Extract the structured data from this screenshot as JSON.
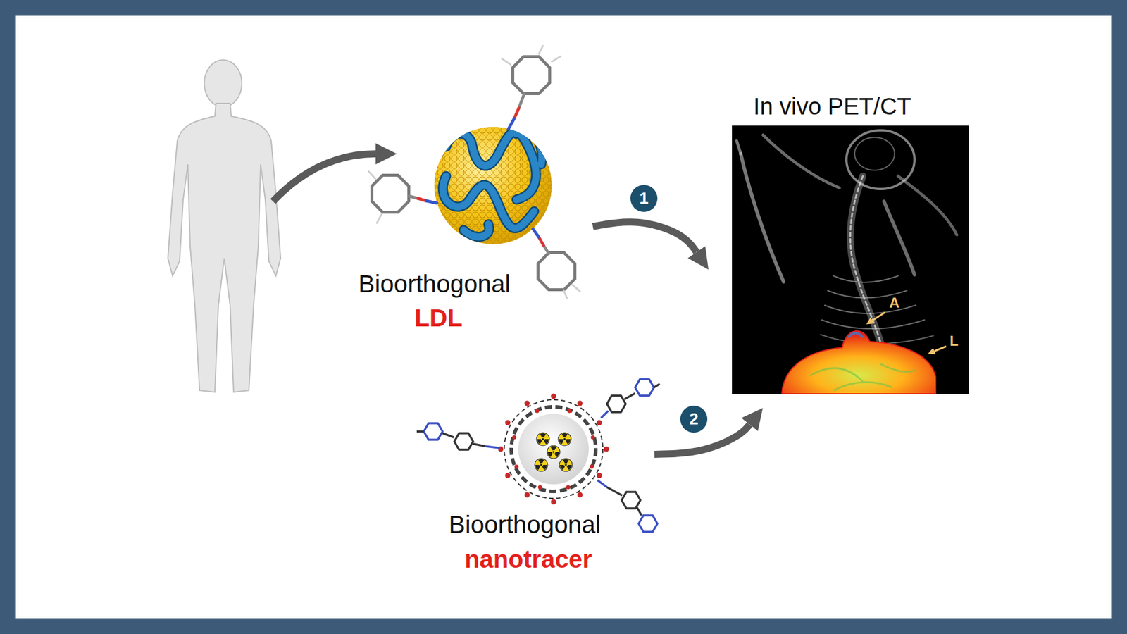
{
  "diagram": {
    "nodes": [
      {
        "text": [
          "Bioorthogonal",
          "LDL"
        ]
      },
      {
        "text": [
          "In vivo PET/CT"
        ]
      },
      {
        "text": [
          "Bioorthogonal",
          "nanotracer"
        ]
      }
    ],
    "edges": [
      {
        "from": 0,
        "to": 1,
        "arrow": "to",
        "label": "1"
      },
      {
        "from": 2,
        "to": 1,
        "arrow": "to",
        "label": "2"
      }
    ],
    "labels": [
      "A",
      "L"
    ]
  }
}
